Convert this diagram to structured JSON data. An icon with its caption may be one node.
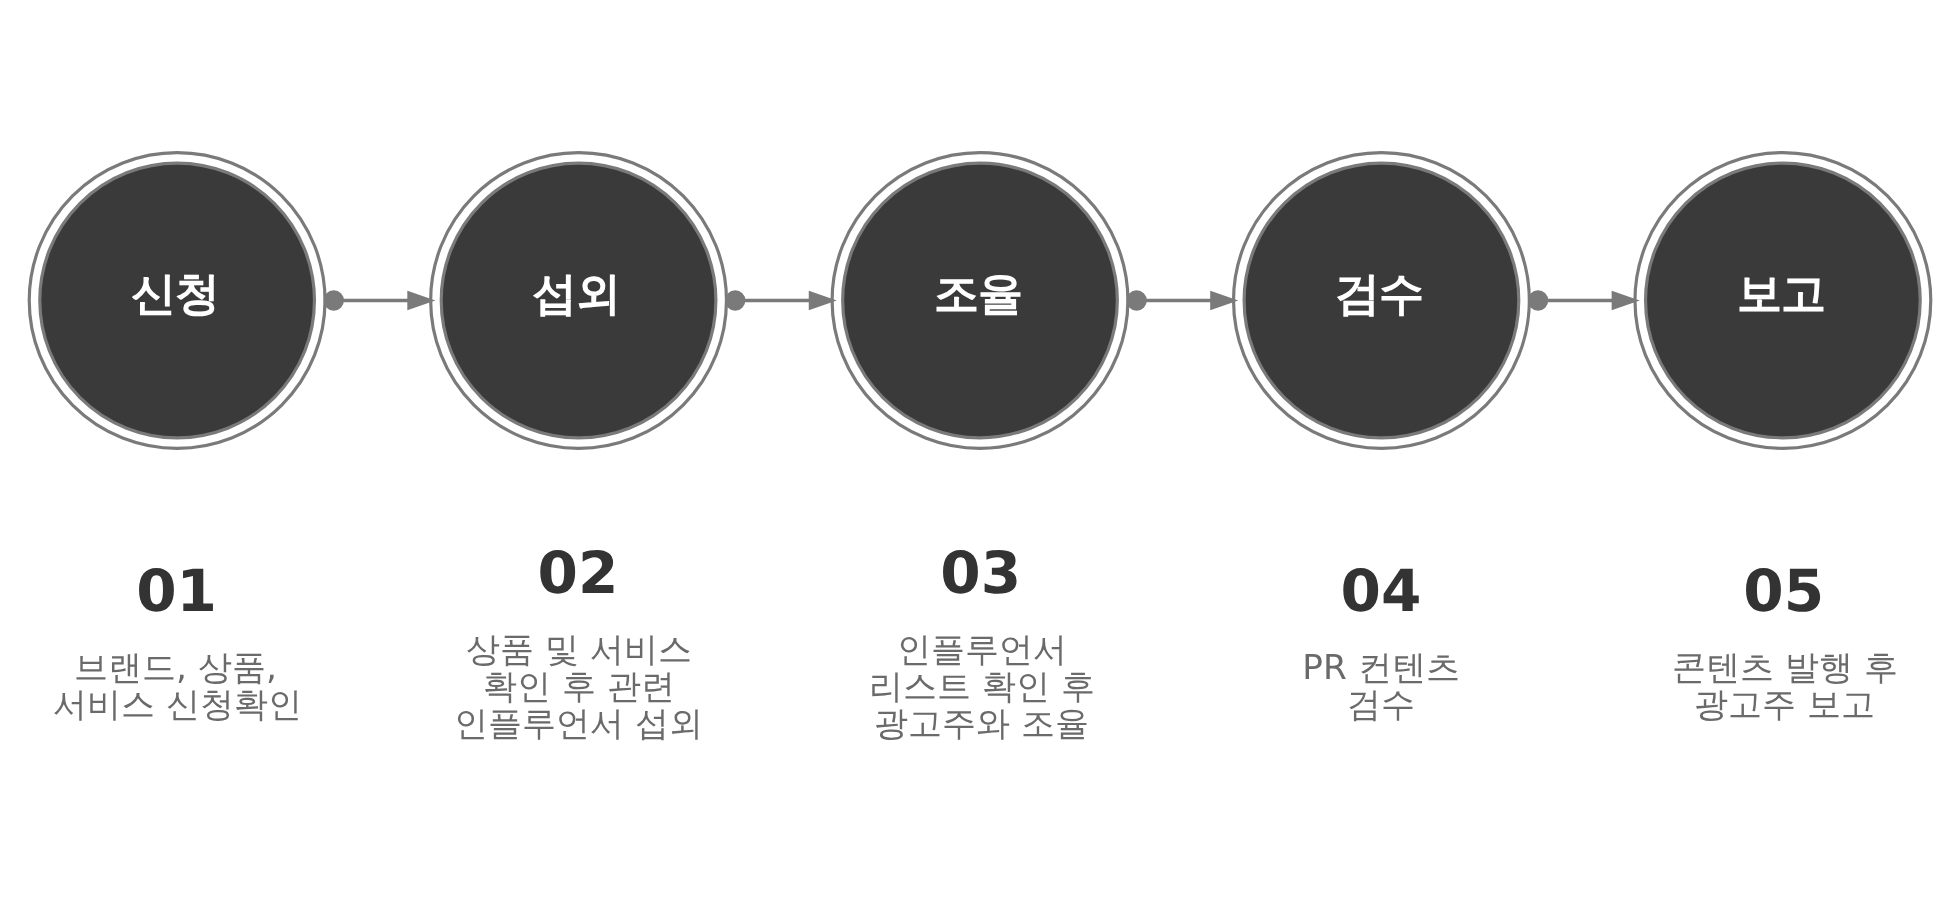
{
  "diagram": {
    "nodes": [
      {
        "text": [
          "신청"
        ],
        "beside": [
          "01",
          "브랜드, 상품, 서비스 신청확인"
        ]
      },
      {
        "text": [
          "섭외"
        ],
        "beside": [
          "02",
          "상품 및 서비스 확인 후 관련 인플루언서 섭외"
        ]
      },
      {
        "text": [
          "조율"
        ],
        "beside": [
          "03",
          "인플루언서 리스트 확인 후 광고주와 조율"
        ]
      },
      {
        "text": [
          "검수"
        ],
        "beside": [
          "04",
          "PR 컨텐츠 검수"
        ]
      },
      {
        "text": [
          "보고"
        ],
        "beside": [
          "05",
          "콘텐츠 발행 후 광고주 보고"
        ]
      }
    ],
    "edges": [
      {
        "from": 0,
        "to": 1,
        "arrow": "to"
      },
      {
        "from": 1,
        "to": 2,
        "arrow": "to"
      },
      {
        "from": 2,
        "to": 3,
        "arrow": "to"
      },
      {
        "from": 3,
        "to": 4,
        "arrow": "to"
      }
    ]
  }
}
